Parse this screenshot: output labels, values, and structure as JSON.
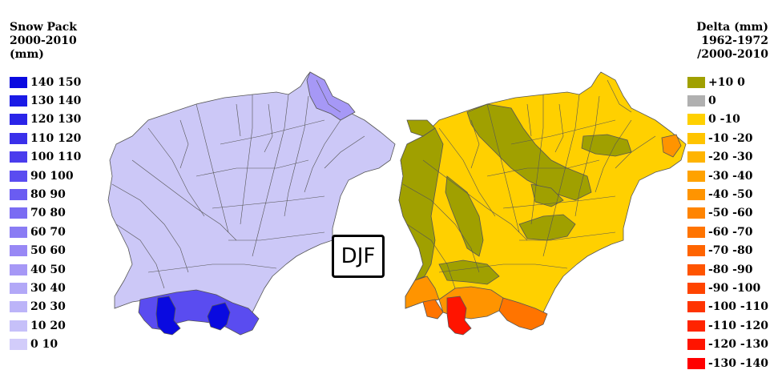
{
  "left_legend": {
    "title_lines": [
      "Snow Pack",
      "2000-2010",
      "(mm)"
    ],
    "items": [
      {
        "label": "140  150",
        "color": "#0a0ae0"
      },
      {
        "label": "130  140",
        "color": "#1a1ae6"
      },
      {
        "label": "120  130",
        "color": "#2a24e8"
      },
      {
        "label": "110  120",
        "color": "#3a30ea"
      },
      {
        "label": "100  110",
        "color": "#4a3ced"
      },
      {
        "label": "90  100",
        "color": "#5a4cf0"
      },
      {
        "label": "80  90",
        "color": "#6a5cf2"
      },
      {
        "label": "70  80",
        "color": "#7a6cf3"
      },
      {
        "label": "60  70",
        "color": "#8a7cf4"
      },
      {
        "label": "50  60",
        "color": "#9888f5"
      },
      {
        "label": "40  50",
        "color": "#a698f6"
      },
      {
        "label": "30  40",
        "color": "#b2a8f7"
      },
      {
        "label": "20  30",
        "color": "#bcb4f8"
      },
      {
        "label": "10  20",
        "color": "#c6c0f9"
      },
      {
        "label": "0  10",
        "color": "#d2ccfa"
      }
    ]
  },
  "right_legend": {
    "title_lines": [
      "Delta (mm)",
      "1962-1972",
      "/2000-2010"
    ],
    "items": [
      {
        "label": "+10  0",
        "color": "#a0a000"
      },
      {
        "label": "0",
        "color": "#b0b0b0"
      },
      {
        "label": "0  -10",
        "color": "#ffd000"
      },
      {
        "label": "-10  -20",
        "color": "#ffc400"
      },
      {
        "label": "-20  -30",
        "color": "#ffb400"
      },
      {
        "label": "-30  -40",
        "color": "#ffa200"
      },
      {
        "label": "-40  -50",
        "color": "#ff9400"
      },
      {
        "label": "-50  -60",
        "color": "#ff8400"
      },
      {
        "label": "-60  -70",
        "color": "#ff7400"
      },
      {
        "label": "-70  -80",
        "color": "#ff6400"
      },
      {
        "label": "-80  -90",
        "color": "#ff5400"
      },
      {
        "label": "-90  -100",
        "color": "#ff4400"
      },
      {
        "label": "-100  -110",
        "color": "#ff3400"
      },
      {
        "label": "-110  -120",
        "color": "#ff2400"
      },
      {
        "label": "-120  -130",
        "color": "#ff1400"
      },
      {
        "label": "-130  -140",
        "color": "#ff0000"
      }
    ]
  },
  "season_label": "DJF",
  "map_colors": {
    "outline": "#555555",
    "left_base": "#ccc8f7",
    "left_mid": "#a698f6",
    "left_south": "#5a4cf0",
    "left_peak": "#0a0ae0",
    "right_base": "#ffd000",
    "right_olive": "#a0a000",
    "right_orange": "#ff9400",
    "right_dark_orange": "#ff7400",
    "right_red": "#ff1400"
  }
}
